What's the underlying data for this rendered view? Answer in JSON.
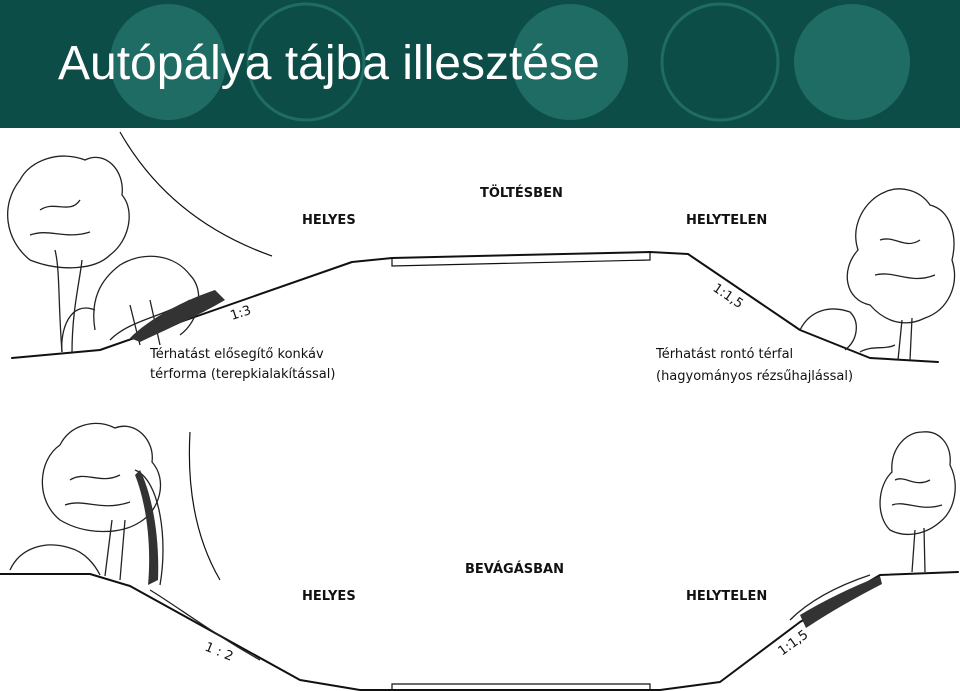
{
  "title": "Autópálya tájba illesztése",
  "colors": {
    "header_bg": "#0c4d47",
    "header_circle": "#1f6c64",
    "title_text": "#ffffff",
    "ink": "#111111"
  },
  "embankment": {
    "heading": "TÖLTÉSBEN",
    "left_label": "HELYES",
    "right_label": "HELYTELEN",
    "left_slope": "1:3",
    "right_slope": "1:1,5",
    "left_caption_1": "Térhatást elősegítő konkáv",
    "left_caption_2": "térforma (terepkialakítással)",
    "right_caption_1": "Térhatást rontó térfal",
    "right_caption_2": "(hagyományos rézsűhajlással)"
  },
  "cutting": {
    "heading": "BEVÁGÁSBAN",
    "left_label": "HELYES",
    "right_label": "HELYTELEN",
    "left_slope": "1 : 2",
    "right_slope": "1:1,5"
  }
}
